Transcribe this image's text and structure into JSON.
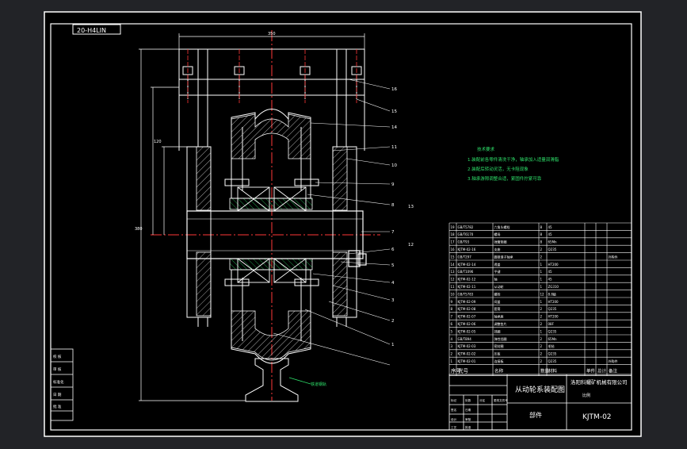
{
  "app": {
    "background": "#222327",
    "sheet_color": "#000000",
    "line_color": "#ffffff"
  },
  "drawing": {
    "stamp": "20-H4LIN",
    "scale_label": "比例",
    "title_cn": "从动轮系装配图",
    "part_label": "部件",
    "company": "洛阳科耀矿机械有限公司",
    "drawing_code": "KJTM-02",
    "rail_note": "铁道钢轨",
    "tech_req_title": "技术要求",
    "tech_req": [
      "1.装配前各零件清洗干净，轴承加入适量润滑脂",
      "2.装配后转动灵活，无卡阻现象",
      "3.轴承游隙调整合适，紧固件拧紧可靠"
    ]
  },
  "bom": {
    "headers": [
      "序号",
      "代号",
      "名称",
      "数量",
      "材料",
      "单件",
      "总计",
      "备注"
    ],
    "rows": [
      [
        "19",
        "GB/T5782",
        "六角头螺栓",
        "8",
        "45",
        "",
        "",
        ""
      ],
      [
        "18",
        "GB/T6170",
        "螺母",
        "8",
        "45",
        "",
        "",
        ""
      ],
      [
        "17",
        "GB/T93",
        "弹簧垫圈",
        "8",
        "65Mn",
        "",
        "",
        ""
      ],
      [
        "16",
        "KJTM-02-16",
        "支座",
        "2",
        "Q235",
        "",
        "",
        ""
      ],
      [
        "15",
        "GB/T297",
        "圆锥滚子轴承",
        "2",
        "",
        "",
        "",
        "外购件"
      ],
      [
        "14",
        "KJTM-02-14",
        "透盖",
        "1",
        "HT200",
        "",
        "",
        ""
      ],
      [
        "13",
        "GB/T1096",
        "平键",
        "1",
        "45",
        "",
        "",
        ""
      ],
      [
        "12",
        "KJTM-02-12",
        "轴",
        "1",
        "45",
        "",
        "",
        ""
      ],
      [
        "11",
        "KJTM-02-11",
        "从动轮",
        "1",
        "ZG310",
        "",
        "",
        ""
      ],
      [
        "10",
        "GB/T5783",
        "螺栓",
        "12",
        "8.8级",
        "",
        "",
        ""
      ],
      [
        "9",
        "KJTM-02-09",
        "闷盖",
        "1",
        "HT200",
        "",
        "",
        ""
      ],
      [
        "8",
        "KJTM-02-08",
        "套筒",
        "2",
        "Q235",
        "",
        "",
        ""
      ],
      [
        "7",
        "KJTM-02-07",
        "轴承座",
        "2",
        "HT200",
        "",
        "",
        ""
      ],
      [
        "6",
        "KJTM-02-06",
        "调整垫片",
        "2",
        "08F",
        "",
        "",
        ""
      ],
      [
        "5",
        "KJTM-02-05",
        "挡圈",
        "1",
        "Q235",
        "",
        "",
        ""
      ],
      [
        "4",
        "GB/T894",
        "弹性挡圈",
        "2",
        "65Mn",
        "",
        "",
        ""
      ],
      [
        "3",
        "KJTM-02-03",
        "密封圈",
        "2",
        "毛毡",
        "",
        "",
        ""
      ],
      [
        "2",
        "KJTM-02-02",
        "压板",
        "2",
        "Q235",
        "",
        "",
        ""
      ],
      [
        "1",
        "KJTM-02-01",
        "连接板",
        "2",
        "Q235",
        "",
        "",
        "外购件"
      ]
    ]
  },
  "left_block": [
    "校 核",
    "审 核",
    "标准化",
    "日 期",
    "批 准"
  ],
  "title_cells": [
    "标记",
    "处数",
    "分区",
    "更改文件号",
    "签名",
    "日期",
    "设计",
    "审核",
    "工艺",
    "批准"
  ],
  "callouts": [
    "16",
    "15",
    "14",
    "11",
    "10",
    "9",
    "8",
    "7",
    "6",
    "5",
    "4",
    "3",
    "2",
    "1",
    "13",
    "12"
  ],
  "dims": [
    "350",
    "120",
    "380"
  ]
}
